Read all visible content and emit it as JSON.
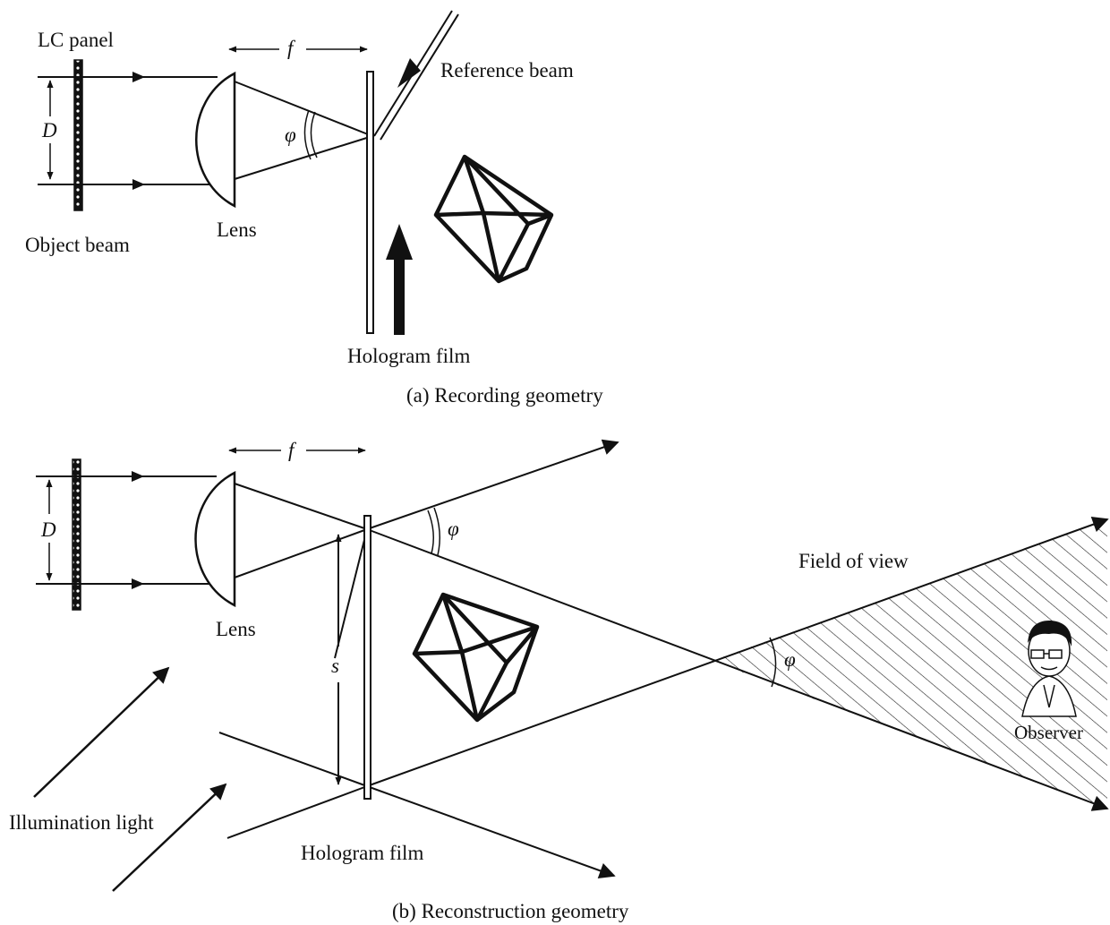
{
  "recording": {
    "caption": "(a) Recording geometry",
    "lc_panel": "LC panel",
    "object_beam": "Object beam",
    "lens": "Lens",
    "reference_beam": "Reference beam",
    "hologram_film": "Hologram film",
    "aperture_symbol": "D",
    "focal_symbol": "f",
    "angle_symbol": "φ"
  },
  "reconstruction": {
    "caption": "(b) Reconstruction geometry",
    "lens": "Lens",
    "hologram_film": "Hologram film",
    "illumination_light": "Illumination light",
    "field_of_view": "Field of view",
    "observer": "Observer",
    "aperture_symbol": "D",
    "focal_symbol": "f",
    "separation_symbol": "s",
    "angle_symbol_top": "φ",
    "angle_symbol_fov": "φ"
  }
}
